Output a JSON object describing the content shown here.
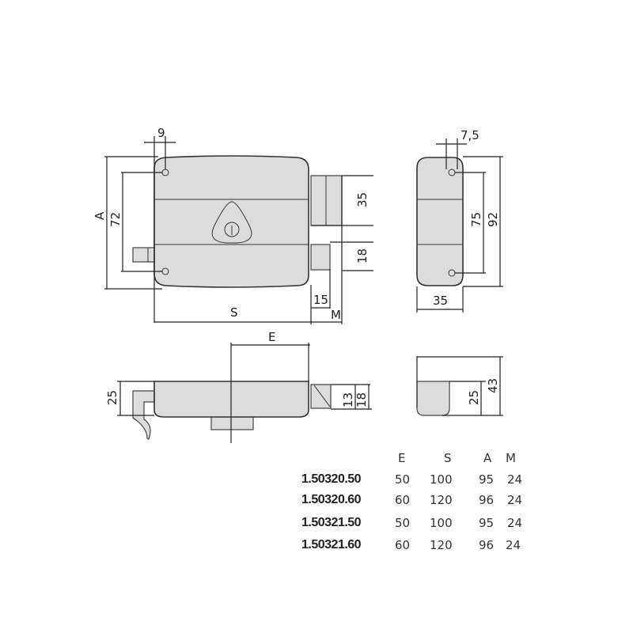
{
  "front_view": {
    "labels": {
      "pitch_top": "9",
      "height_total": "A",
      "hole_spacing": "72",
      "block_height": "35",
      "bolt_height": "18",
      "bolt_offset": "15",
      "width": "S",
      "projection": "M"
    }
  },
  "side_view": {
    "labels": {
      "hole_offset": "7,5",
      "hole_spacing": "75",
      "height": "92",
      "depth": "35"
    }
  },
  "bottom_view": {
    "labels": {
      "backset": "E",
      "body_depth": "25",
      "bolt_small": "13",
      "bolt_large": "18"
    }
  },
  "end_view": {
    "labels": {
      "body_depth": "25",
      "total_depth": "43"
    }
  },
  "table": {
    "headers": [
      "E",
      "S",
      "A",
      "M"
    ],
    "rows": [
      {
        "code": "1.50320.50",
        "E": "50",
        "S": "100",
        "A": "95",
        "M": "24"
      },
      {
        "code": "1.50320.60",
        "E": "60",
        "S": "120",
        "A": "96",
        "M": "24"
      },
      {
        "code": "1.50321.50",
        "E": "50",
        "S": "100",
        "A": "95",
        "M": "24"
      },
      {
        "code": "1.50321.60",
        "E": "60",
        "S": "120",
        "A": "96",
        "M": "24"
      }
    ]
  }
}
